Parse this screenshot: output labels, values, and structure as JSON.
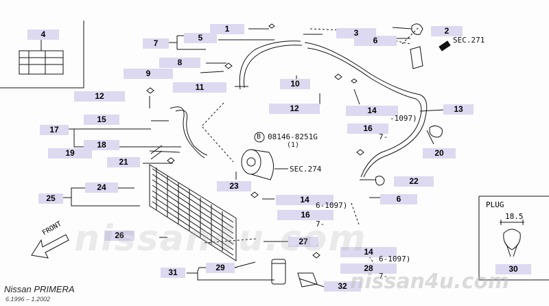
{
  "callouts": [
    {
      "id": "c1",
      "label": "1"
    },
    {
      "id": "c2",
      "label": "2"
    },
    {
      "id": "c3",
      "label": "3"
    },
    {
      "id": "c4",
      "label": "4"
    },
    {
      "id": "c5",
      "label": "5"
    },
    {
      "id": "c6a",
      "label": "6"
    },
    {
      "id": "c7",
      "label": "7"
    },
    {
      "id": "c8",
      "label": "8"
    },
    {
      "id": "c9",
      "label": "9"
    },
    {
      "id": "c10",
      "label": "10"
    },
    {
      "id": "c11",
      "label": "11"
    },
    {
      "id": "c12a",
      "label": "12"
    },
    {
      "id": "c12b",
      "label": "12"
    },
    {
      "id": "c13",
      "label": "13"
    },
    {
      "id": "c14a",
      "label": "14"
    },
    {
      "id": "c15",
      "label": "15"
    },
    {
      "id": "c16a",
      "label": "16"
    },
    {
      "id": "c17",
      "label": "17"
    },
    {
      "id": "c18",
      "label": "18"
    },
    {
      "id": "c19",
      "label": "19"
    },
    {
      "id": "c20",
      "label": "20"
    },
    {
      "id": "c21",
      "label": "21"
    },
    {
      "id": "c22",
      "label": "22"
    },
    {
      "id": "c23",
      "label": "23"
    },
    {
      "id": "c24",
      "label": "24"
    },
    {
      "id": "c25",
      "label": "25"
    },
    {
      "id": "c6b",
      "label": "6"
    },
    {
      "id": "c14b",
      "label": "14"
    },
    {
      "id": "c16b",
      "label": "16"
    },
    {
      "id": "c26",
      "label": "26"
    },
    {
      "id": "c27",
      "label": "27"
    },
    {
      "id": "c14c",
      "label": "14"
    },
    {
      "id": "c28",
      "label": "28"
    },
    {
      "id": "c29",
      "label": "29"
    },
    {
      "id": "c31",
      "label": "31"
    },
    {
      "id": "c32",
      "label": "32"
    },
    {
      "id": "c30",
      "label": "30"
    }
  ],
  "texts": {
    "sec271": "SEC.271",
    "sec274": "SEC.274",
    "bolt_ref": "08146-8251G",
    "bolt_qty": "(1)",
    "bolt_letter": "B",
    "date_a1": "-1097)",
    "date_a2": "7-",
    "date_b1": "6-1097)",
    "date_b2": "7-",
    "date_c1": "6-1097)",
    "date_c2": "7-",
    "plug_title": "PLUG",
    "plug_dim": "18.5",
    "front": "FRONT",
    "watermark_center": "nissan4u.com",
    "watermark_right": "nissan4u.com",
    "model": "Nissan PRIMERA",
    "years": "6.1996 – 1.2002"
  }
}
